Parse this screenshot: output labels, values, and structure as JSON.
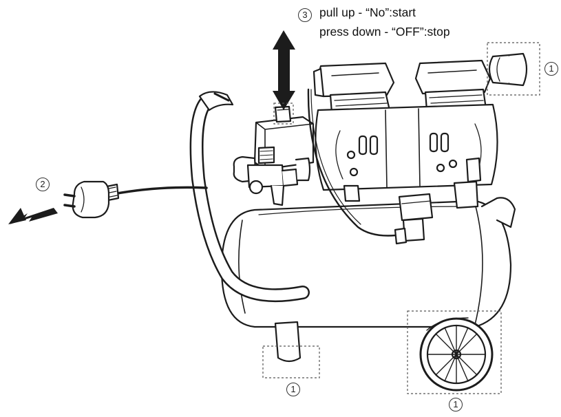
{
  "callouts": {
    "marker_1": "1",
    "marker_2": "2",
    "marker_3": "3"
  },
  "instructions": {
    "line1": "pull up - “No”:start",
    "line2": "press down - “OFF”:stop"
  }
}
